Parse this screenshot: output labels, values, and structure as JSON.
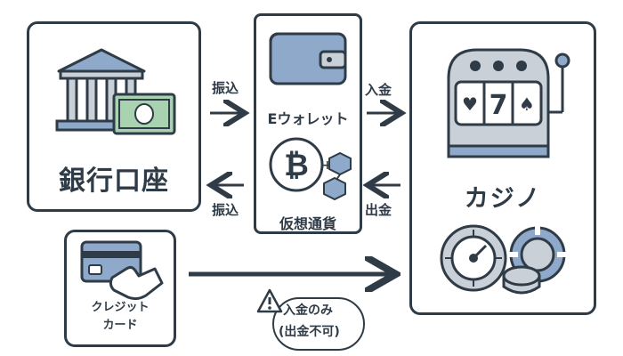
{
  "nodes": {
    "bank": "銀行口座",
    "ewallet": "Eウォレット",
    "crypto": "仮想通貨",
    "casino": "カジノ",
    "credit_card": [
      "クレジット",
      "カード"
    ]
  },
  "flows": {
    "bank_to_wallet": "振込",
    "wallet_to_casino": "入金",
    "casino_to_wallet": "出金",
    "wallet_to_bank": "振込"
  },
  "note": {
    "line1": "入金のみ",
    "line2": "(出金不可)"
  },
  "slot": {
    "symbols": [
      "♥",
      "7",
      "♠"
    ]
  },
  "colors": {
    "outline": "#2f3b46",
    "blue": "#8ea9c9",
    "green": "#a9d3b0",
    "gray": "#c9d0d8"
  },
  "icons": [
    "bank-building-icon",
    "cash-icon",
    "wallet-icon",
    "bitcoin-icon",
    "blockchain-icon",
    "slot-machine-icon",
    "roulette-icon",
    "casino-chips-icon",
    "credit-card-hand-icon",
    "warning-icon"
  ]
}
